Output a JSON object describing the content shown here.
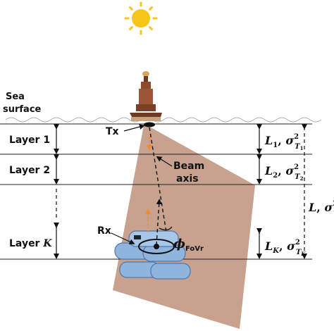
{
  "labels": {
    "sea_surface_line1": "Sea",
    "sea_surface_line2": "surface",
    "tx": "Tx",
    "rx": "Rx",
    "beam_line1": "Beam",
    "beam_line2": "axis",
    "layer1": "Layer 1",
    "layer2": "Layer 2",
    "layerk_prefix": "Layer ",
    "layerk_var": "K"
  },
  "params": {
    "l1_var": "L",
    "l1_sub": "1",
    "sigma_sym": "σ",
    "sq": "2",
    "t_var": "T",
    "t1_sub": "1",
    "l2_var": "L",
    "l2_sub": "2",
    "t2_sub": "2",
    "lk_var": "L",
    "lk_sub": "K",
    "tk_sub": "K",
    "total_var": "L",
    "sep": ", "
  },
  "fov": {
    "phi": "ϕ",
    "sub": "FoVr"
  },
  "colors": {
    "beam": "#c29882",
    "sun": "#f7c41a",
    "rov_body": "#8fb5df",
    "rov_dark": "#5d86b8",
    "arrow_orange": "#f08a33",
    "buoy": "#8a4b2e"
  }
}
